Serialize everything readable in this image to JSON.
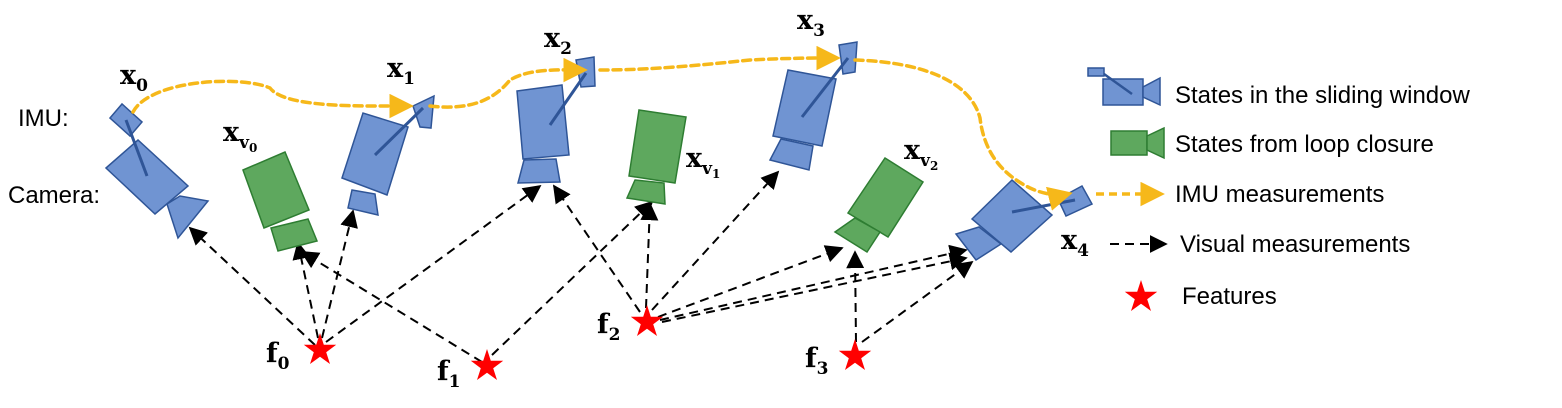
{
  "side_labels": {
    "imu": "IMU:",
    "camera": "Camera:"
  },
  "states": [
    {
      "base": "x",
      "sub": "0"
    },
    {
      "base": "x",
      "sub": "1"
    },
    {
      "base": "x",
      "sub": "2"
    },
    {
      "base": "x",
      "sub": "3"
    },
    {
      "base": "x",
      "sub": "4"
    }
  ],
  "loop_states": [
    {
      "base": "x",
      "sub": "v",
      "subsub": "0"
    },
    {
      "base": "x",
      "sub": "v",
      "subsub": "1"
    },
    {
      "base": "x",
      "sub": "v",
      "subsub": "2"
    }
  ],
  "features": [
    {
      "base": "f",
      "sub": "0"
    },
    {
      "base": "f",
      "sub": "1"
    },
    {
      "base": "f",
      "sub": "2"
    },
    {
      "base": "f",
      "sub": "3"
    }
  ],
  "legend": {
    "sliding": "States in the sliding window",
    "loop": "States from loop closure",
    "imu": "IMU measurements",
    "visual": "Visual measurements",
    "features": "Features"
  },
  "colors": {
    "blue_fill": "#7094d2",
    "blue_stroke": "#2f5597",
    "green_fill": "#5ea85e",
    "green_stroke": "#2e7d32",
    "imu_line": "#f6b81a",
    "star": "#ff0000"
  }
}
